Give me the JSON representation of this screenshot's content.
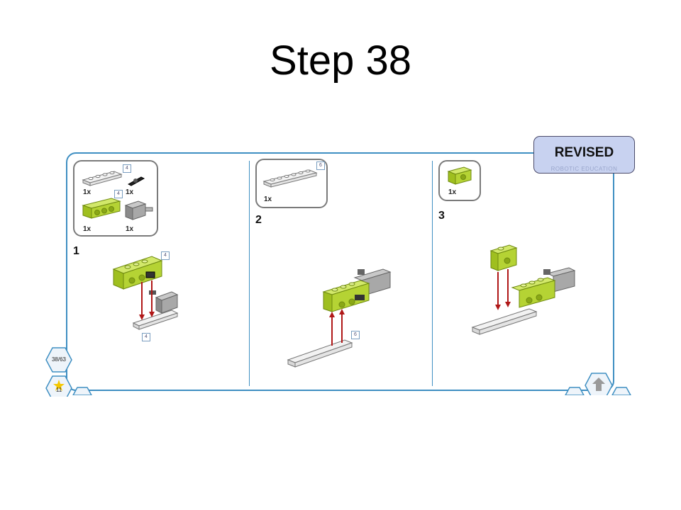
{
  "slide": {
    "title": "Step 38"
  },
  "badge": {
    "label": "REVISED",
    "sublabel": "ROBOTIC EDUCATION"
  },
  "steps": [
    {
      "number": "1",
      "parts": [
        {
          "qty": "1x",
          "tag": "4",
          "icon": "white-plate-1x4"
        },
        {
          "qty": "1x",
          "tag": "",
          "icon": "black-pin"
        },
        {
          "qty": "1x",
          "tag": "4",
          "icon": "green-beam-1x4"
        },
        {
          "qty": "1x",
          "tag": "",
          "icon": "grey-axle-block"
        }
      ],
      "labels": [
        "4",
        "4"
      ]
    },
    {
      "number": "2",
      "parts": [
        {
          "qty": "1x",
          "tag": "6",
          "icon": "white-plate-1x6"
        }
      ],
      "labels": [
        "6"
      ]
    },
    {
      "number": "3",
      "parts": [
        {
          "qty": "1x",
          "tag": "",
          "icon": "green-beam-1x2"
        }
      ],
      "labels": []
    }
  ],
  "nav": {
    "page": "38/63",
    "bonus": "11"
  },
  "colors": {
    "frame": "#3f8fc2",
    "green": "#b5d334",
    "grey": "#9a9a9a",
    "arrow": "#b01818",
    "badge": "#c8d2f0"
  }
}
